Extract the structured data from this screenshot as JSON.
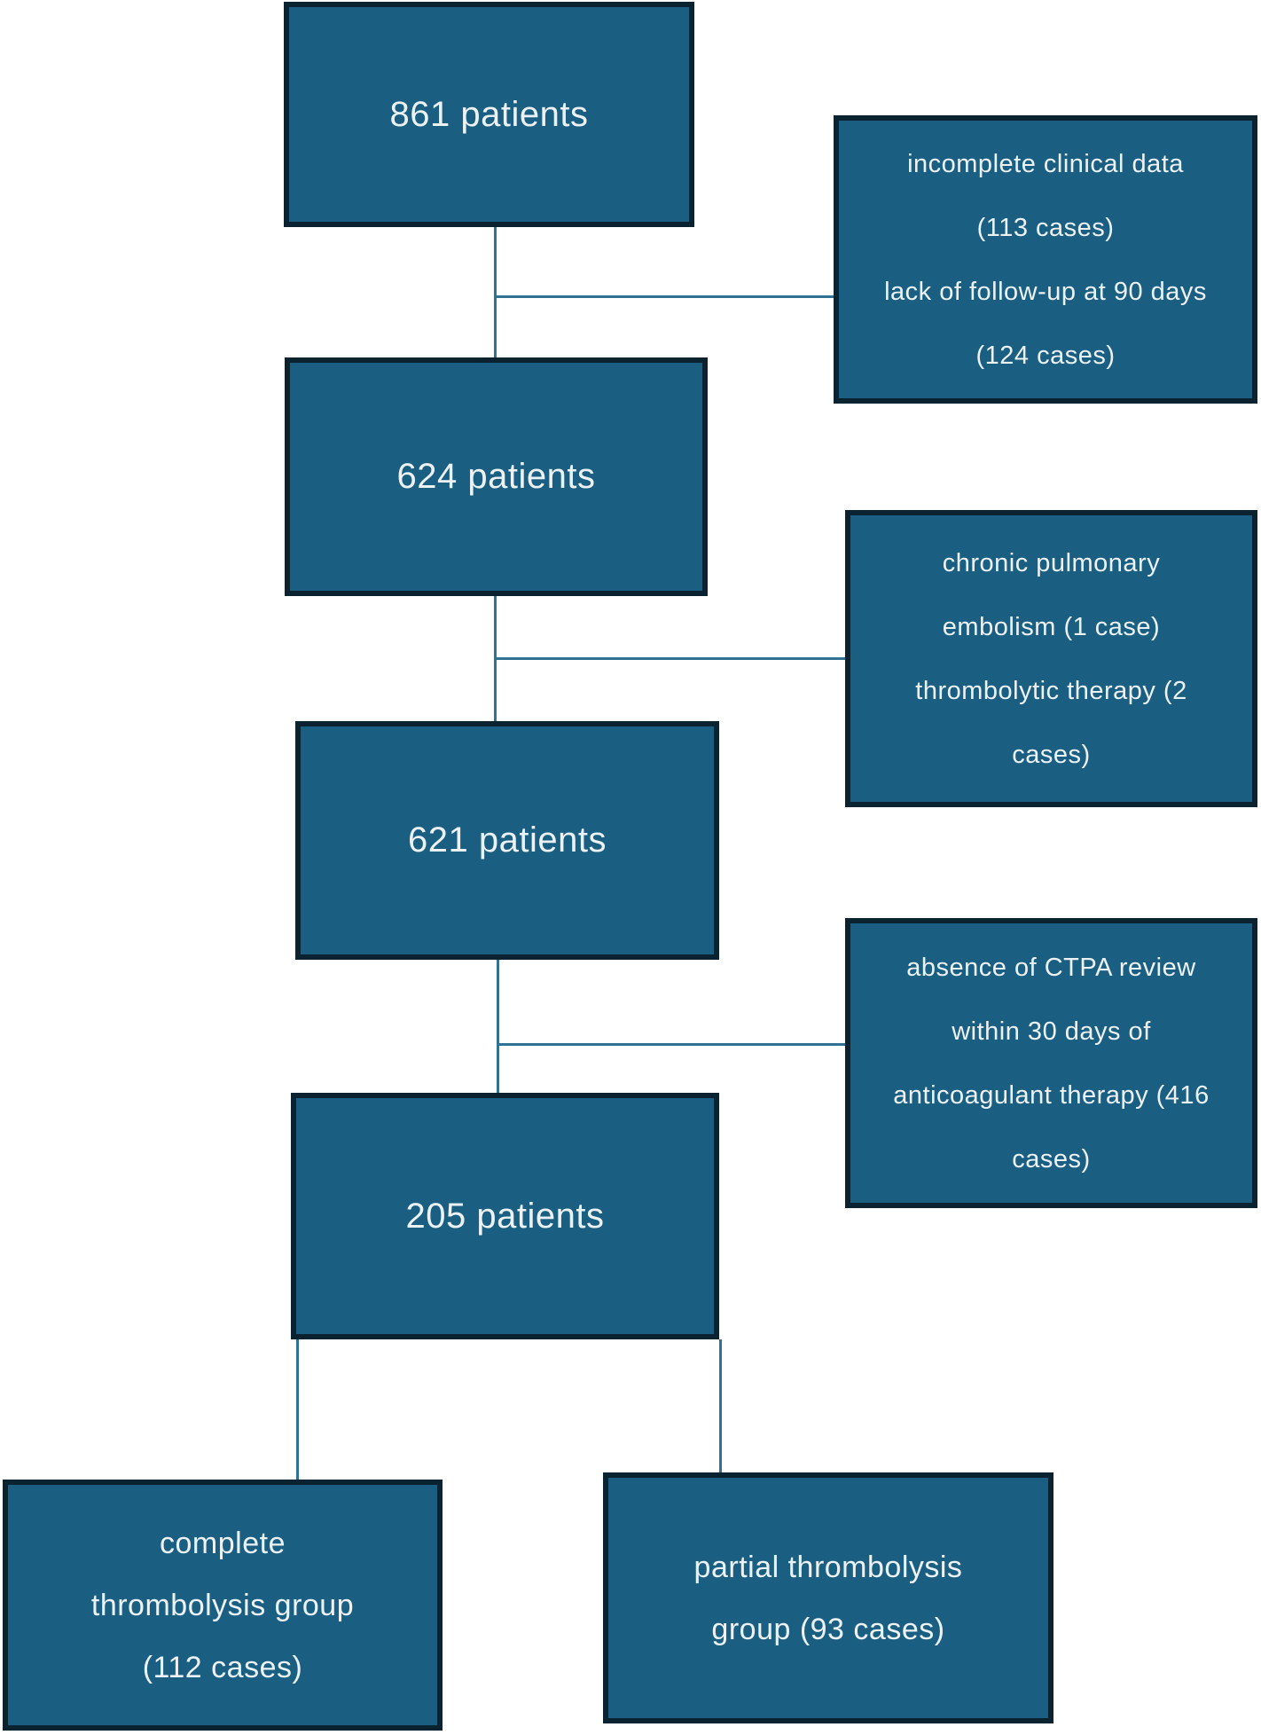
{
  "diagram": {
    "type": "flowchart",
    "background": "#ffffff",
    "colors": {
      "box_fill": "#1a5f81",
      "box_border": "#0b2231",
      "connector": "#2f7294",
      "text": "#ecf1f4"
    },
    "main_flow": [
      {
        "id": "patients-861",
        "label": "861 patients"
      },
      {
        "id": "patients-624",
        "label": "624 patients"
      },
      {
        "id": "patients-621",
        "label": "621 patients"
      },
      {
        "id": "patients-205",
        "label": "205 patients"
      }
    ],
    "exclusions": [
      {
        "id": "exclusion-1",
        "lines": [
          "incomplete clinical data",
          "(113 cases)",
          "lack of follow-up at 90 days",
          "(124 cases)"
        ]
      },
      {
        "id": "exclusion-2",
        "lines": [
          "chronic pulmonary",
          "embolism (1 case)",
          "thrombolytic therapy (2",
          "cases)"
        ]
      },
      {
        "id": "exclusion-3",
        "lines": [
          "absence of CTPA review",
          "within 30 days of",
          "anticoagulant therapy (416",
          "cases)"
        ]
      }
    ],
    "groups": [
      {
        "id": "complete-thrombolysis-group",
        "lines": [
          "complete",
          "thrombolysis group",
          "(112 cases)"
        ]
      },
      {
        "id": "partial-thrombolysis-group",
        "lines": [
          "partial thrombolysis",
          "group (93 cases)"
        ]
      }
    ]
  }
}
